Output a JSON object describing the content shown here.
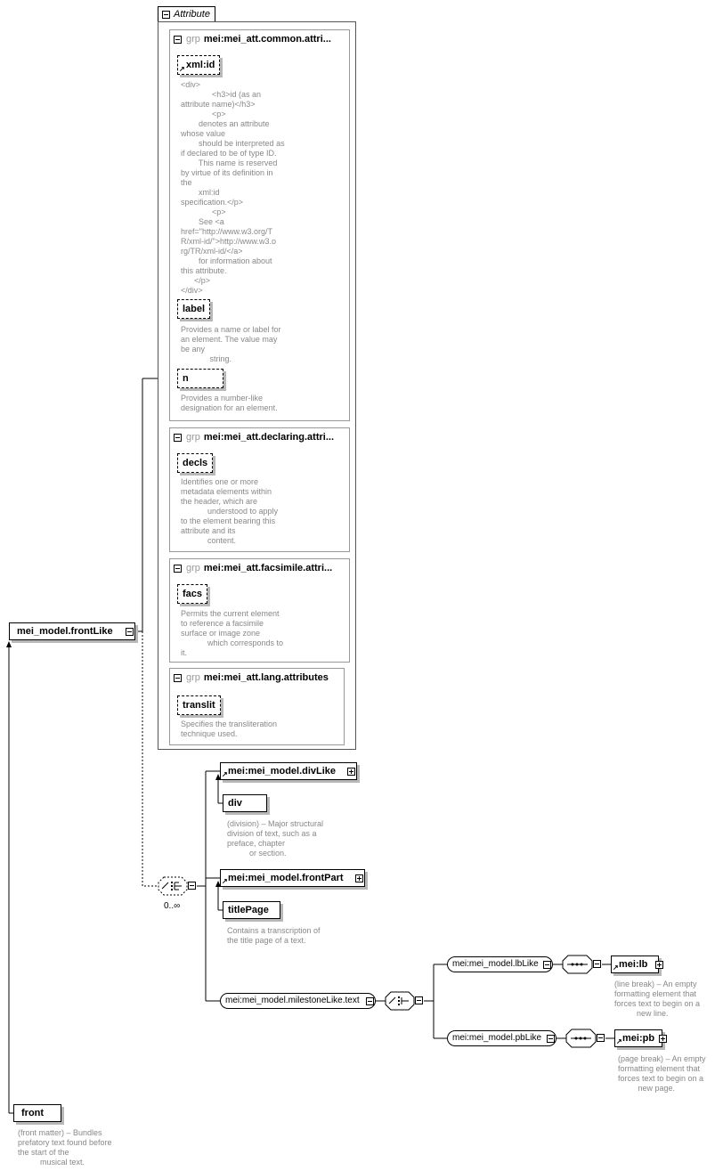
{
  "attribute_panel": {
    "tab_label": "Attribute",
    "groups": [
      {
        "kw": "grp",
        "name": "mei:mei_att.common.attri...",
        "attrs": [
          {
            "name": "xml:id",
            "doc": "<div>\n              <h3>id (as an\nattribute name)</h3>\n              <p>\n        denotes an attribute\nwhose value\n        should be interpreted as\nif declared to be of type ID.\n        This name is reserved\nby virtue of its definition in\nthe\n        xml:id\nspecification.</p>\n              <p>\n        See <a\nhref=\"http://www.w3.org/T\nR/xml-id/\">http://www.w3.o\nrg/TR/xml-id/</a>\n        for information about\nthis attribute.\n      </p>\n</div>"
          },
          {
            "name": "label",
            "doc": "Provides a name or label for\nan element. The value may\nbe any\n             string."
          },
          {
            "name": "n",
            "doc": "Provides a number-like\ndesignation for an element."
          }
        ]
      },
      {
        "kw": "grp",
        "name": "mei:mei_att.declaring.attri...",
        "attrs": [
          {
            "name": "decls",
            "doc": "Identifies one or more\nmetadata elements within\nthe header, which are\n            understood to apply\nto the element bearing this\nattribute and its\n            content."
          }
        ]
      },
      {
        "kw": "grp",
        "name": "mei:mei_att.facsimile.attri...",
        "attrs": [
          {
            "name": "facs",
            "doc": "Permits the current element\nto reference a facsimile\nsurface or image zone\n            which corresponds to\nit."
          }
        ]
      },
      {
        "kw": "grp",
        "name": "mei:mei_att.lang.attributes",
        "attrs": [
          {
            "name": "translit",
            "doc": "Specifies the transliteration\ntechnique used."
          }
        ]
      }
    ]
  },
  "main_group": {
    "name": "mei_model.frontLike"
  },
  "choice": {
    "occurrence": "0..∞"
  },
  "branches": {
    "divLike": {
      "name": "mei:mei_model.divLike",
      "child": "div",
      "doc": "(division) – Major structural\ndivision of text, such as a\npreface, chapter\n          or section."
    },
    "frontPart": {
      "name": "mei:mei_model.frontPart",
      "child": "titlePage",
      "doc": "Contains a transcription of\nthe title page of a text."
    },
    "milestone": {
      "name": "mei:mei_model.milestoneLike.text"
    },
    "lbLike": {
      "name": "mei:mei_model.lbLike",
      "element": "mei:lb",
      "doc": "(line break) – An empty\nformatting element that\nforces text to begin on a\n          new line."
    },
    "pbLike": {
      "name": "mei:mei_model.pbLike",
      "element": "mei:pb",
      "doc": "(page break) – An empty\nformatting element that\nforces text to begin on a\n         new page."
    }
  },
  "front": {
    "name": "front",
    "doc": "(front matter) – Bundles\nprefatory text found before\nthe start of the\n          musical text."
  },
  "colors": {
    "line": "#000000",
    "doc_text": "#888888",
    "shadow": "#b8b8b8"
  }
}
